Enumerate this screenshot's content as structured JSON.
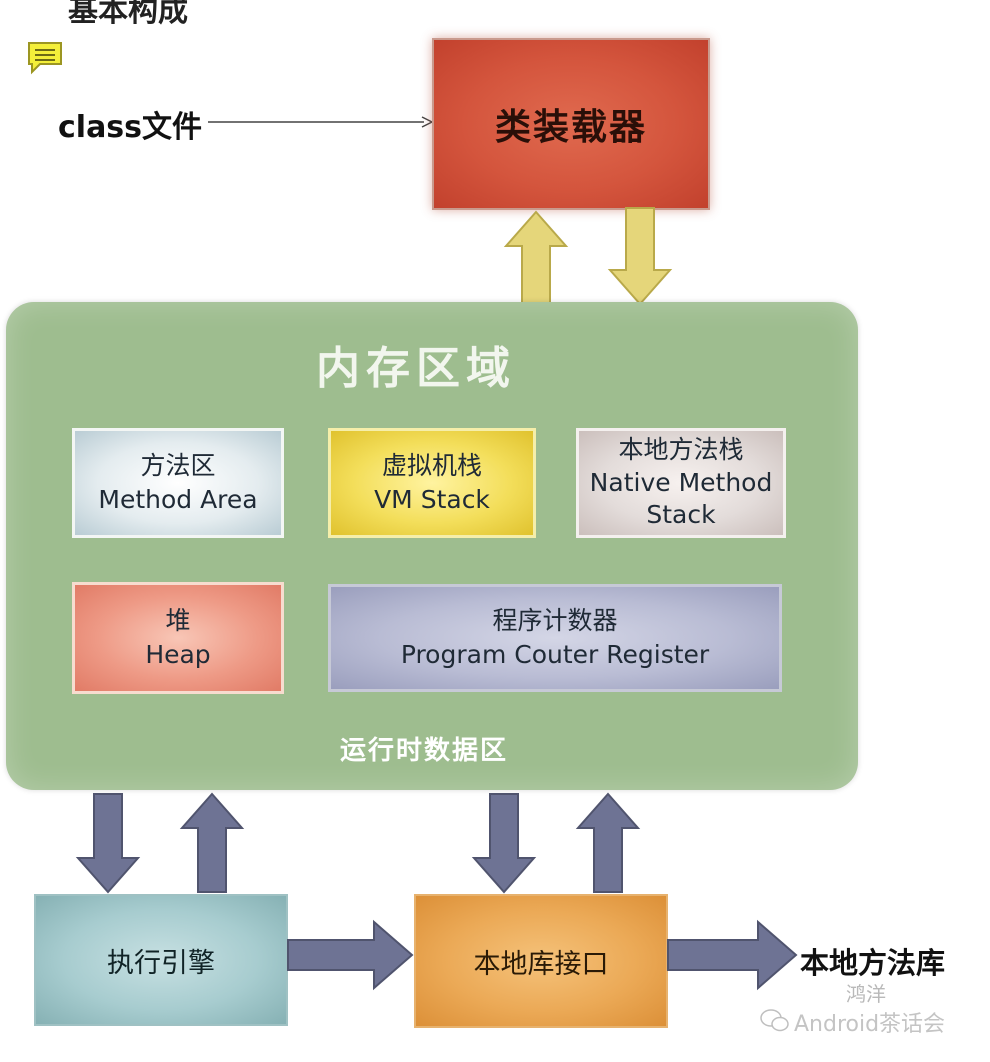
{
  "top_cut_text": "基本构成",
  "class_file_label": "class文件",
  "class_loader_label": "类装载器",
  "memory_area_title": "内存区域",
  "runtime_data_label": "运行时数据区",
  "method_area": {
    "cn": "方法区",
    "en": "Method Area"
  },
  "vm_stack": {
    "cn": "虚拟机栈",
    "en": "VM Stack"
  },
  "native_method_stack": {
    "cn": "本地方法栈",
    "en1": "Native Method",
    "en2": "Stack"
  },
  "heap": {
    "cn": "堆",
    "en": "Heap"
  },
  "program_counter": {
    "cn": "程序计数器",
    "en": "Program Couter Register"
  },
  "execution_engine_label": "执行引擎",
  "native_interface_label": "本地库接口",
  "native_library_label": "本地方法库",
  "watermark_author": "鸿洋",
  "watermark_account": "Android茶话会",
  "icons": {
    "note": "comment-note-icon",
    "wechat": "wechat-logo-icon"
  },
  "colors": {
    "loader": "#d4553d",
    "memory_panel": "#9ebd8f",
    "vertical_arrows_top": "#e5d67a",
    "vertical_arrows_bottom": "#6e7394",
    "execution_engine": "#a7cccf",
    "native_interface": "#eba956"
  }
}
